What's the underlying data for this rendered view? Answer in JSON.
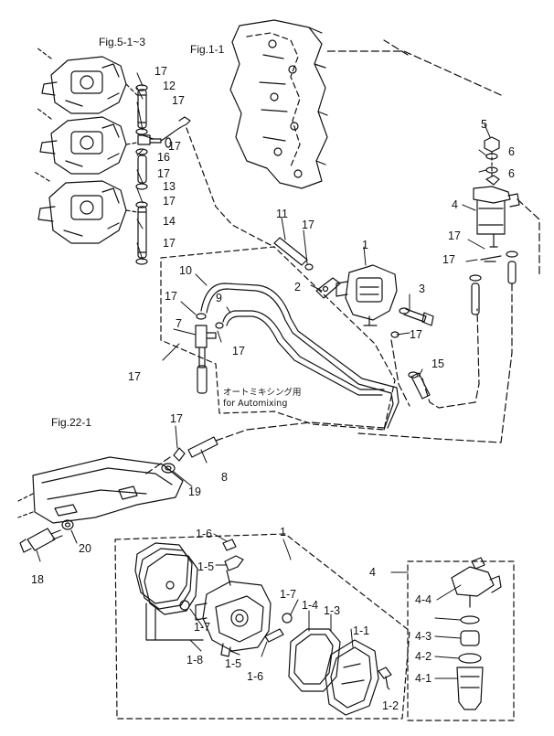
{
  "refs": {
    "fig_5_1_3": "Fig.5-1~3",
    "fig_1_1": "Fig.1-1",
    "fig_22_1": "Fig.22-1"
  },
  "note": {
    "line1": "オートミキシング用",
    "line2": "for Automixing"
  },
  "callouts": {
    "c17a": "17",
    "c12": "12",
    "c17b": "17",
    "c17c": "17",
    "c16": "16",
    "c17d": "17",
    "c13": "13",
    "c17e": "17",
    "c14": "14",
    "c17f": "17",
    "c5": "5",
    "c6a": "6",
    "c6b": "6",
    "c4": "4",
    "c17g": "17",
    "c17h": "17",
    "c11": "11",
    "c17i": "17",
    "c1": "1",
    "c2": "2",
    "c3": "3",
    "c10": "10",
    "c9": "9",
    "c17j": "17",
    "c7": "7",
    "c17k": "17",
    "c17l": "17",
    "c15": "15",
    "c17m": "17",
    "c17n": "17",
    "c8": "8",
    "c19": "19",
    "c20": "20",
    "c18": "18",
    "c1b": "1",
    "c1_6a": "1-6",
    "c1_5a": "1-5",
    "c1_7a": "1-7",
    "c1_7b": "1-7",
    "c1_4": "1-4",
    "c1_3": "1-3",
    "c1_1": "1-1",
    "c1_8": "1-8",
    "c1_5b": "1-5",
    "c1_6b": "1-6",
    "c1_2": "1-2",
    "c4b": "4",
    "c4_4": "4-4",
    "c4_3": "4-3",
    "c4_2": "4-2",
    "c4_1": "4-1"
  }
}
